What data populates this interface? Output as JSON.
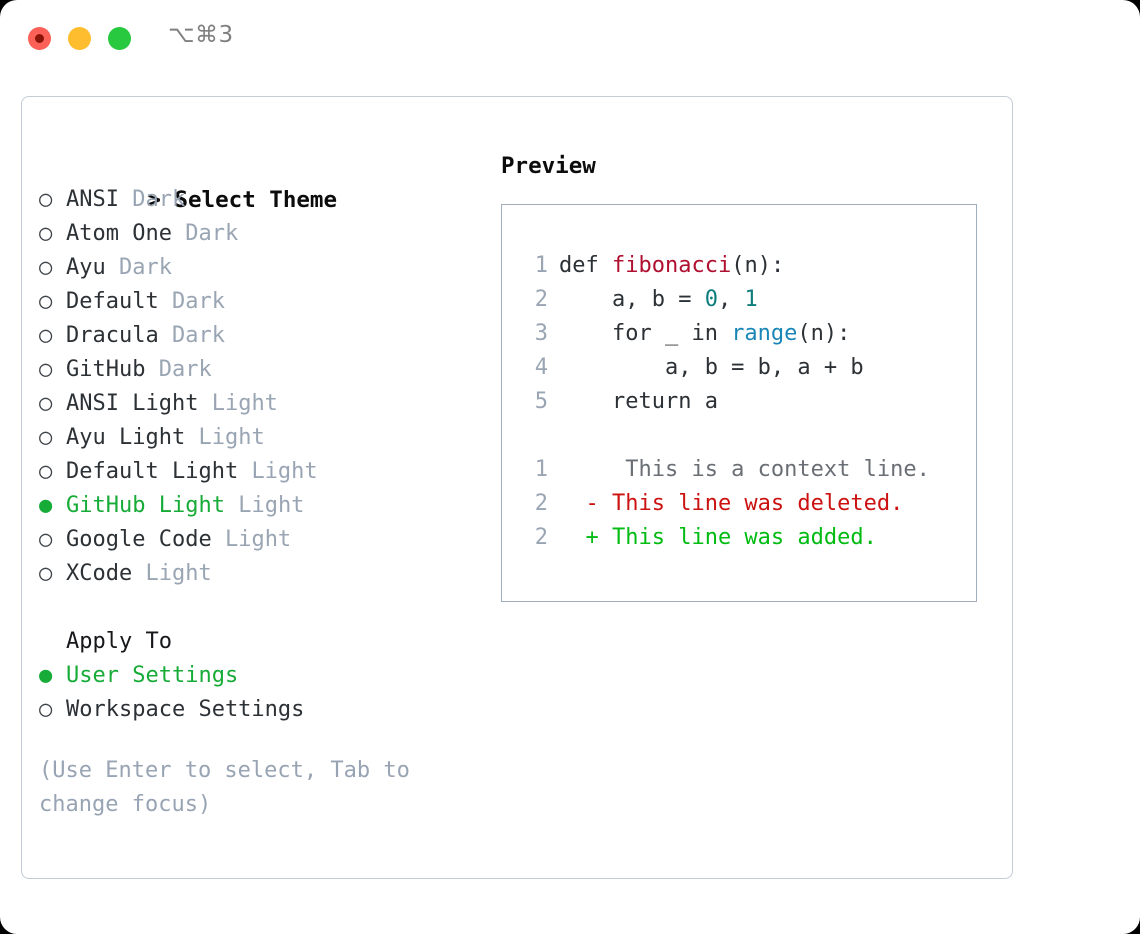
{
  "titlebar": {
    "shortcut": "⌥⌘3",
    "dots": [
      "close",
      "minimize",
      "zoom"
    ]
  },
  "theme_list": {
    "prompt": ">",
    "heading": "Select Theme",
    "bullet_off": "○",
    "bullet_on": "●",
    "items": [
      {
        "name": "ANSI",
        "tag": "Dark",
        "selected": false
      },
      {
        "name": "Atom One",
        "tag": "Dark",
        "selected": false
      },
      {
        "name": "Ayu",
        "tag": "Dark",
        "selected": false
      },
      {
        "name": "Default",
        "tag": "Dark",
        "selected": false
      },
      {
        "name": "Dracula",
        "tag": "Dark",
        "selected": false
      },
      {
        "name": "GitHub",
        "tag": "Dark",
        "selected": false
      },
      {
        "name": "ANSI Light",
        "tag": "Light",
        "selected": false
      },
      {
        "name": "Ayu Light",
        "tag": "Light",
        "selected": false
      },
      {
        "name": "Default Light",
        "tag": "Light",
        "selected": false
      },
      {
        "name": "GitHub Light",
        "tag": "Light",
        "selected": true
      },
      {
        "name": "Google Code",
        "tag": "Light",
        "selected": false
      },
      {
        "name": "XCode",
        "tag": "Light",
        "selected": false
      }
    ]
  },
  "apply_to": {
    "heading": "Apply To",
    "items": [
      {
        "name": "User Settings",
        "selected": true
      },
      {
        "name": "Workspace Settings",
        "selected": false
      }
    ]
  },
  "hint": "(Use Enter to select, Tab to change focus)",
  "preview": {
    "label": "Preview",
    "code_lines": [
      {
        "num": "1",
        "tokens": [
          {
            "t": "def ",
            "c": "plain"
          },
          {
            "t": "fibonacci",
            "c": "fn"
          },
          {
            "t": "(n):",
            "c": "plain"
          }
        ]
      },
      {
        "num": "2",
        "tokens": [
          {
            "t": "    a, b = ",
            "c": "plain"
          },
          {
            "t": "0",
            "c": "num"
          },
          {
            "t": ", ",
            "c": "plain"
          },
          {
            "t": "1",
            "c": "num"
          }
        ]
      },
      {
        "num": "3",
        "tokens": [
          {
            "t": "    for _ in ",
            "c": "plain"
          },
          {
            "t": "range",
            "c": "builtin"
          },
          {
            "t": "(n):",
            "c": "plain"
          }
        ]
      },
      {
        "num": "4",
        "tokens": [
          {
            "t": "        a, b = b, a + b",
            "c": "plain"
          }
        ]
      },
      {
        "num": "5",
        "tokens": [
          {
            "t": "    return a",
            "c": "plain"
          }
        ]
      }
    ],
    "diff_lines": [
      {
        "num": "1",
        "marker": " ",
        "text": "  This is a context line.",
        "kind": "ctx"
      },
      {
        "num": "2",
        "marker": "-",
        "text": " This line was deleted.",
        "kind": "del"
      },
      {
        "num": "2",
        "marker": "+",
        "text": " This line was added.",
        "kind": "add"
      }
    ]
  },
  "colors": {
    "selection_green": "#17ab38",
    "tag_gray": "#9aa5b4",
    "hint_gray": "#98a4b4",
    "fn_red": "#b01030",
    "number_teal": "#0d7d7d",
    "builtin_blue": "#1a86b8",
    "diff_delete": "#cc1111",
    "diff_add": "#00bb11",
    "border": "#9fadbd"
  }
}
